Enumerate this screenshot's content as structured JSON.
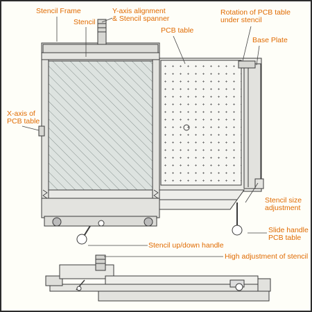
{
  "callouts": {
    "stencil_frame": "Stencil Frame",
    "stencil": "Stencil",
    "y_axis_line1": "Y-axis alignment",
    "y_axis_line2": "& Stencil spanner",
    "rotation_line1": "Rotation of PCB table",
    "rotation_line2": "under stencil",
    "pcb_table": "PCB table",
    "base_plate": "Base Plate",
    "x_axis_line1": "X-axis of",
    "x_axis_line2": "PCB table",
    "stencil_size_line1": "Stencil size",
    "stencil_size_line2": "adjustment",
    "slide_handle_line1": "Slide handle",
    "slide_handle_line2": "PCB table",
    "stencil_updown": "Stencil up/down handle",
    "high_adjustment": "High adjustment of stencil"
  },
  "colors": {
    "label": "#e06a00",
    "line": "#444444",
    "stencil_fill": "#dde3e0",
    "metal": "#e9e9e6",
    "table": "#f4f4f0"
  }
}
